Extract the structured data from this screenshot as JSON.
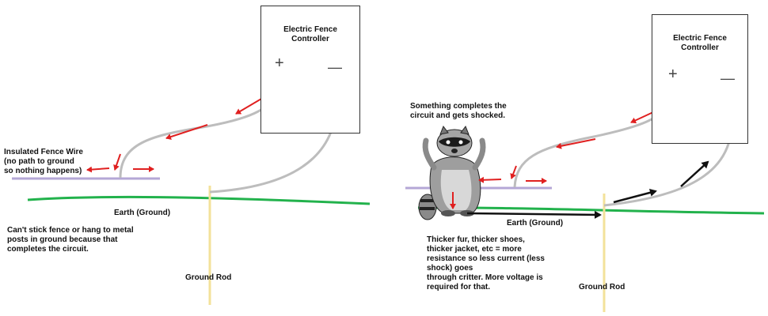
{
  "left_panel": {
    "controller_label": "Electric Fence\nController",
    "positive_symbol": "+",
    "negative_symbol": "—",
    "fence_wire_label": "Insulated Fence Wire\n(no path to ground\nso nothing happens)",
    "earth_label": "Earth (Ground)",
    "warning_label": "Can't stick fence or hang to metal\nposts in ground because that\ncompletes the circuit.",
    "ground_rod_label": "Ground Rod"
  },
  "right_panel": {
    "controller_label": "Electric Fence\nController",
    "positive_symbol": "+",
    "negative_symbol": "—",
    "critter_label": "Something completes the\ncircuit and gets shocked.",
    "earth_label": "Earth (Ground)",
    "resistance_label": "Thicker fur, thicker shoes,\nthicker jacket, etc = more\nresistance so less current (less\nshock) goes\nthrough critter. More voltage is\nrequired for that.",
    "ground_rod_label": "Ground Rod"
  },
  "colors": {
    "wire": "#bdbdbd",
    "fence": "#b4a7d6",
    "earth": "#22b24c",
    "ground_rod": "#f3e29a",
    "arrow_current": "#e02020",
    "arrow_return": "#111111"
  }
}
